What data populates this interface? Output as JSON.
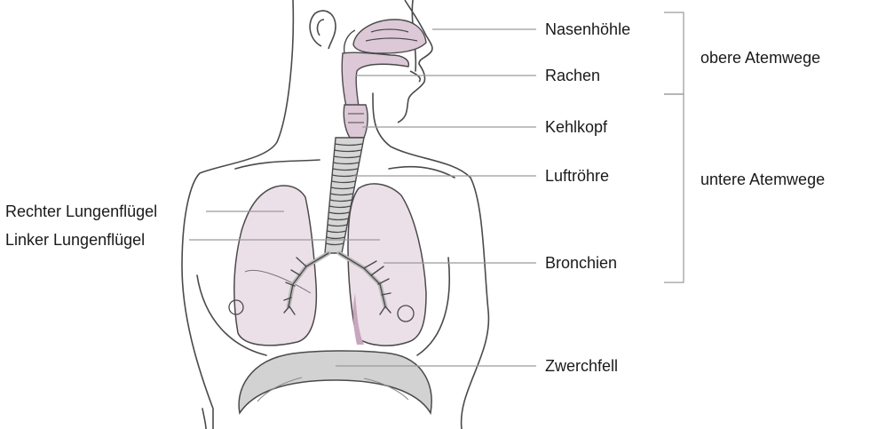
{
  "labels": {
    "nasenhoehle": "Nasenhöhle",
    "rachen": "Rachen",
    "kehlkopf": "Kehlkopf",
    "luftroehre": "Luftröhre",
    "bronchien": "Bronchien",
    "zwerchfell": "Zwerchfell",
    "rechter_lungenfluegel": "Rechter Lungenflügel",
    "linker_lungenfluegel": "Linker Lungenflügel"
  },
  "groups": {
    "obere_atemwege": "obere Atemwege",
    "untere_atemwege": "untere Atemwege"
  },
  "colors": {
    "outline": "#4a4a4a",
    "lung_fill": "#ece0e8",
    "airway_fill": "#dcc8d6",
    "diaphragm_fill": "#d2d2d2",
    "leader": "#9a9a9a"
  }
}
